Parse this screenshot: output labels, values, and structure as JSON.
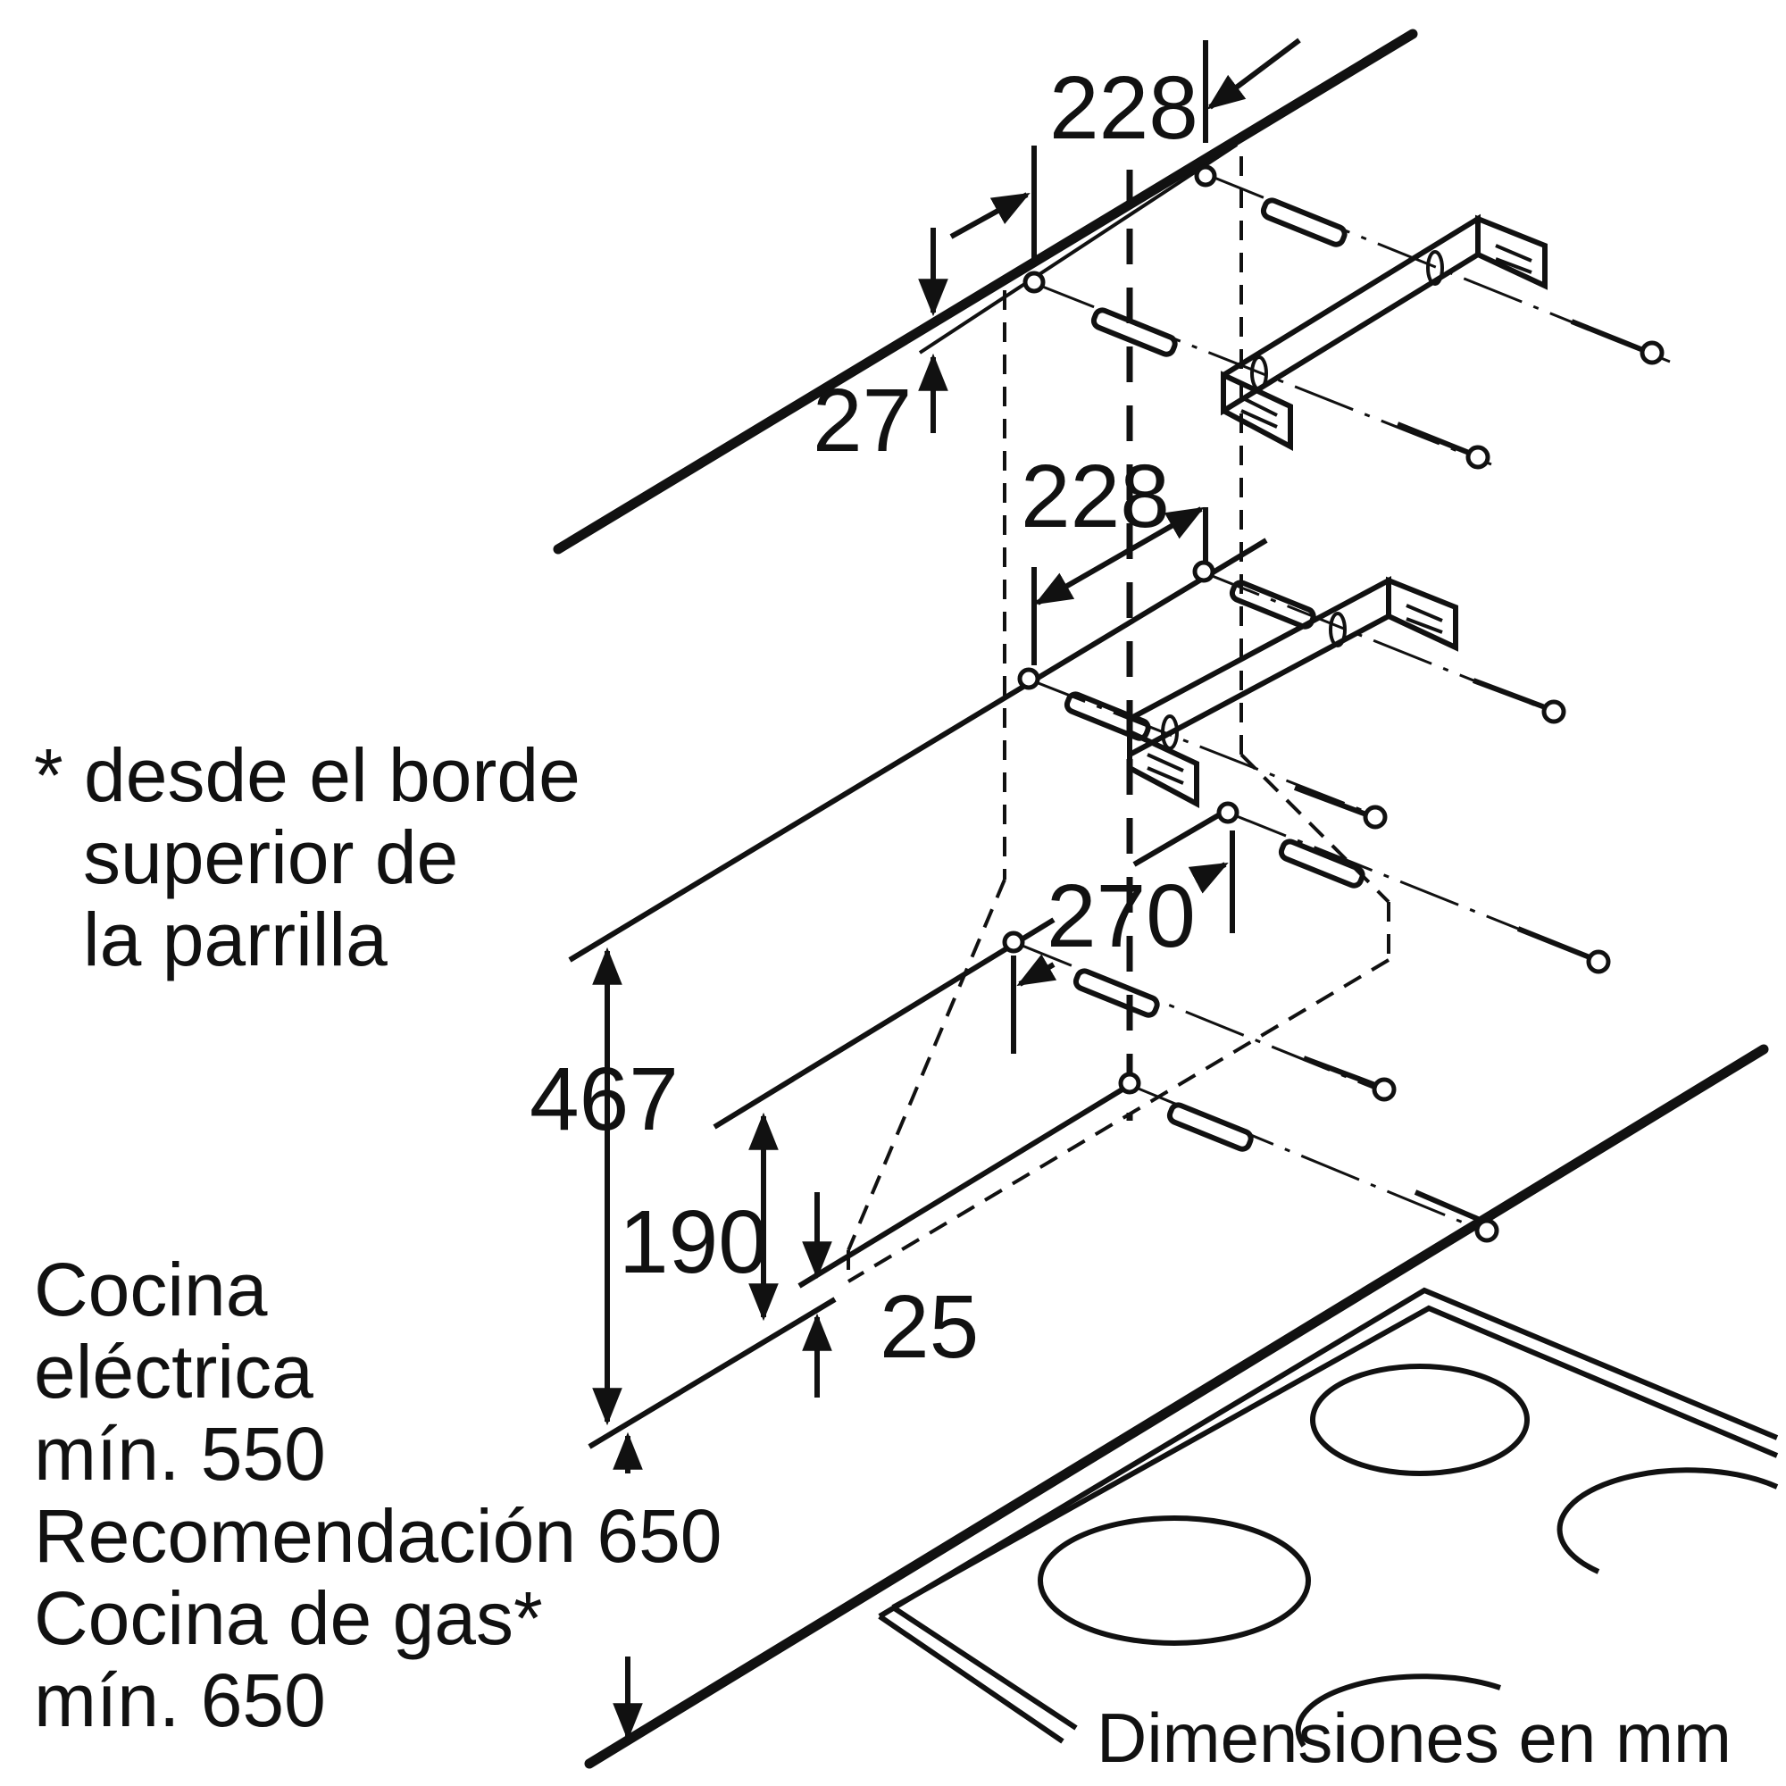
{
  "dimensions": {
    "top_hole_spacing": "228",
    "top_offset": "27",
    "mid_hole_spacing": "228",
    "lower_hole_spacing": "270",
    "bracket_distance": "467",
    "lower_distance": "190",
    "lower_offset": "25"
  },
  "notes": {
    "grid_note_line1": "* desde el borde",
    "grid_note_line2": "superior de",
    "grid_note_line3": "la parrilla",
    "electric_line1": "Cocina",
    "electric_line2": "eléctrica",
    "electric_line3": "mín. 550",
    "recommendation": "Recomendación 650",
    "gas_line1": "Cocina de gas*",
    "gas_line2": "mín. 650"
  },
  "units_caption": "Dimensiones en mm"
}
